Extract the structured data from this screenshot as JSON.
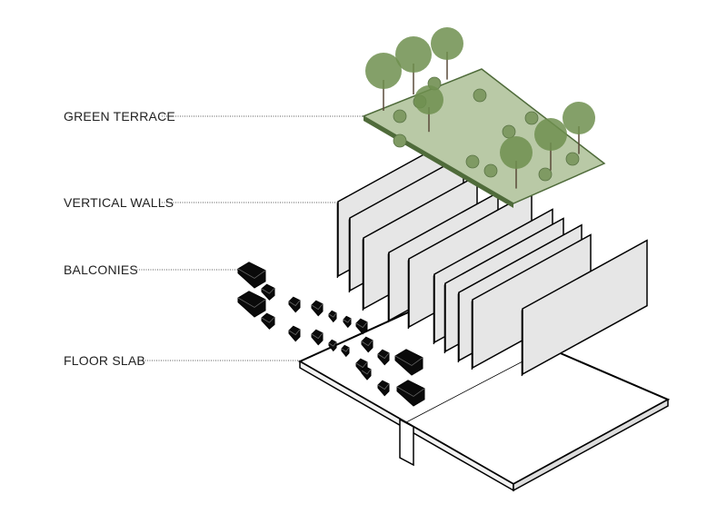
{
  "diagram": {
    "labels": {
      "green_terrace": "GREEN TERRACE",
      "vertical_walls": "VERTICAL WALLS",
      "balconies": "BALCONIES",
      "floor_slab": "FLOOR SLAB"
    },
    "colors": {
      "terrace_fill": "#b9c9a6",
      "terrace_edge": "#4f6b3a",
      "tree": "#6f8f4f",
      "wall_face": "#e6e6e6",
      "wall_side": "#ffffff",
      "balcony": "#0a0a0a",
      "slab": "#ffffff"
    }
  }
}
